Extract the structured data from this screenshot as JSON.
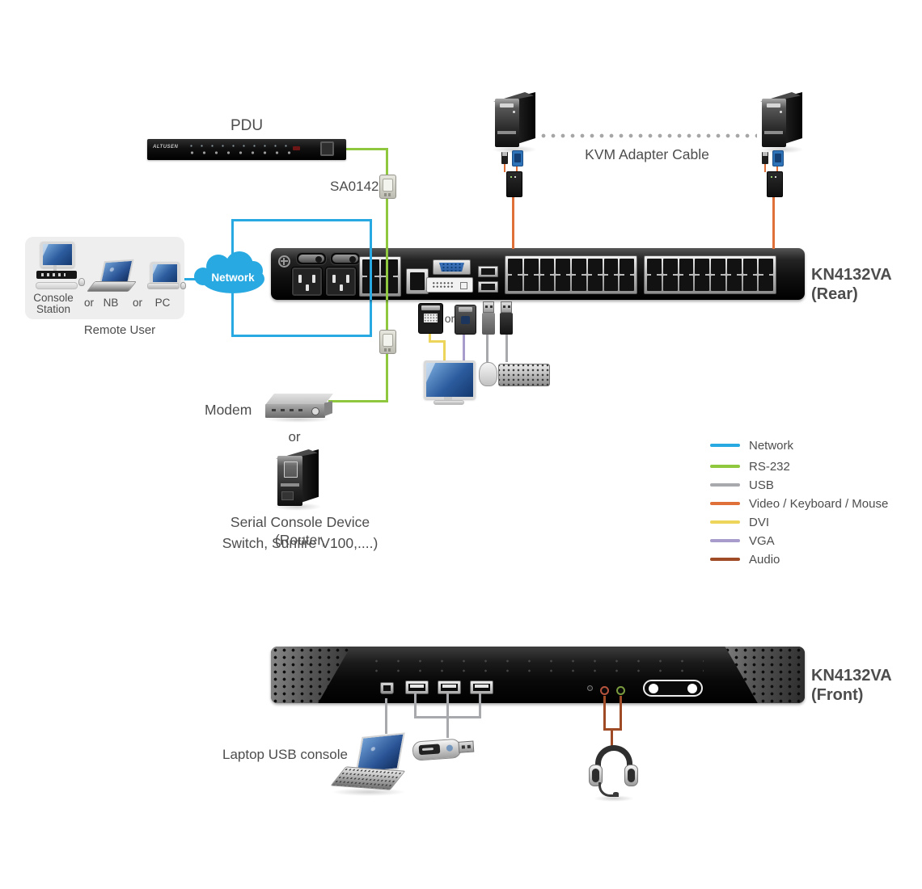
{
  "labels": {
    "pdu": "PDU",
    "altusen": "ALTUSEN",
    "sa0142": "SA0142",
    "kvm_adapter_cable": "KVM Adapter Cable",
    "network": "Network",
    "console_line1": "Console",
    "console_line2": "Station",
    "or_a": "or",
    "nb": "NB",
    "or_b": "or",
    "pc": "PC",
    "remote_user": "Remote User",
    "modem": "Modem",
    "or_c": "or",
    "serial_line1": "Serial Console Device (Router,",
    "serial_line2": "Switch, Sunfire V100,....)",
    "or_video": "or",
    "rear_model": "KN4132VA",
    "rear_view": "(Rear)",
    "front_model": "KN4132VA",
    "front_view": "(Front)",
    "laptop_usb_console": "Laptop USB console"
  },
  "legend": {
    "items": [
      {
        "label": "Network",
        "color": "#29A9E1"
      },
      {
        "label": "RS-232",
        "color": "#8FC73E"
      },
      {
        "label": "USB",
        "color": "#A7A9AC"
      },
      {
        "label": "Video / Keyboard / Mouse",
        "color": "#E0703A"
      },
      {
        "label": "DVI",
        "color": "#EDD55C"
      },
      {
        "label": "VGA",
        "color": "#A79CCB"
      },
      {
        "label": "Audio",
        "color": "#9E4B26"
      }
    ]
  },
  "colors": {
    "network": "#29A9E1",
    "rs232": "#8FC73E",
    "usb": "#A7A9AC",
    "vkm": "#E0703A",
    "dvi": "#EDD55C",
    "vga": "#A79CCB",
    "audio": "#9E4B26",
    "text": "#4d4d4d"
  }
}
